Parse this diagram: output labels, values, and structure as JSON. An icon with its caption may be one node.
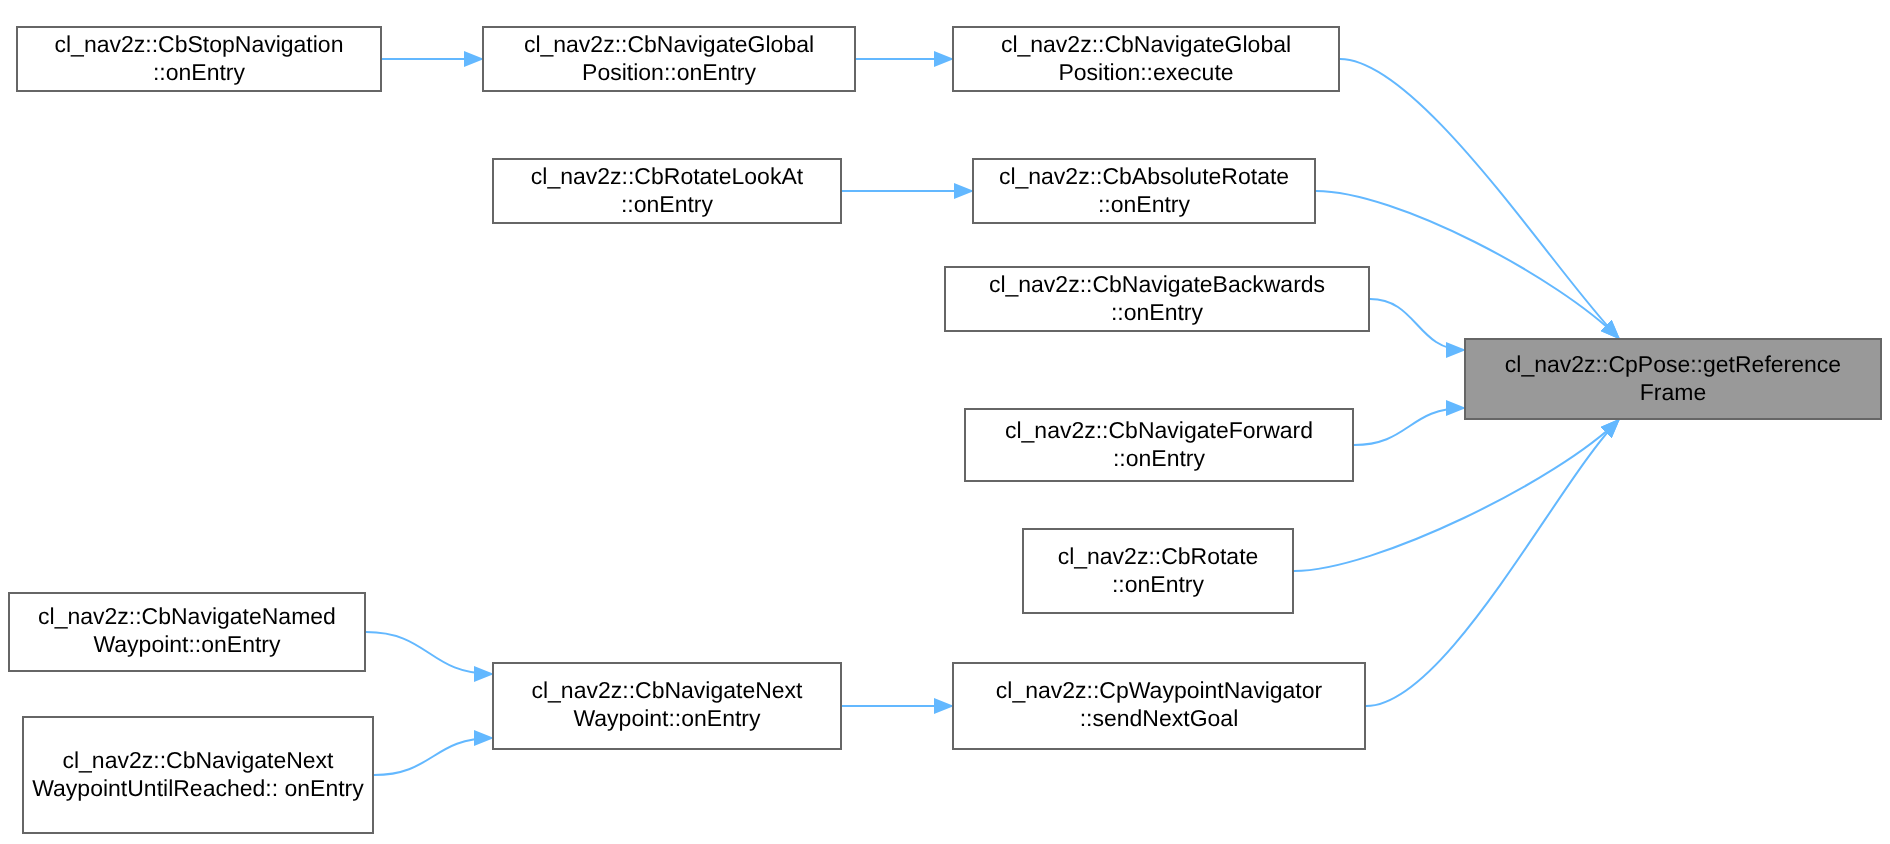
{
  "diagram": {
    "nodes": [
      {
        "text": [
          "cl_nav2z::CbStopNavigation ::onEntry"
        ]
      },
      {
        "text": [
          "cl_nav2z::CbNavigateGlobal Position::onEntry"
        ]
      },
      {
        "text": [
          "cl_nav2z::CbNavigateGlobal Position::execute"
        ]
      },
      {
        "text": [
          "cl_nav2z::CbRotateLookAt ::onEntry"
        ]
      },
      {
        "text": [
          "cl_nav2z::CbAbsoluteRotate ::onEntry"
        ]
      },
      {
        "text": [
          "cl_nav2z::CbNavigateBackwards ::onEntry"
        ]
      },
      {
        "text": [
          "cl_nav2z::CpPose::getReference Frame"
        ]
      },
      {
        "text": [
          "cl_nav2z::CbNavigateForward ::onEntry"
        ]
      },
      {
        "text": [
          "cl_nav2z::CbRotate ::onEntry"
        ]
      },
      {
        "text": [
          "cl_nav2z::CbNavigateNamed Waypoint::onEntry"
        ]
      },
      {
        "text": [
          "cl_nav2z::CbNavigateNext Waypoint::onEntry"
        ]
      },
      {
        "text": [
          "cl_nav2z::CpWaypointNavigator ::sendNextGoal"
        ]
      },
      {
        "text": [
          "cl_nav2z::CbNavigateNext WaypointUntilReached:: onEntry"
        ]
      }
    ],
    "edges": [
      {
        "from": 0,
        "to": 1,
        "arrow": "to"
      },
      {
        "from": 1,
        "to": 2,
        "arrow": "to"
      },
      {
        "from": 2,
        "to": 6,
        "arrow": "to"
      },
      {
        "from": 3,
        "to": 4,
        "arrow": "to"
      },
      {
        "from": 4,
        "to": 6,
        "arrow": "to"
      },
      {
        "from": 5,
        "to": 6,
        "arrow": "to"
      },
      {
        "from": 7,
        "to": 6,
        "arrow": "to"
      },
      {
        "from": 8,
        "to": 6,
        "arrow": "to"
      },
      {
        "from": 9,
        "to": 10,
        "arrow": "to"
      },
      {
        "from": 12,
        "to": 10,
        "arrow": "to"
      },
      {
        "from": 10,
        "to": 11,
        "arrow": "to"
      },
      {
        "from": 11,
        "to": 6,
        "arrow": "to"
      }
    ]
  }
}
